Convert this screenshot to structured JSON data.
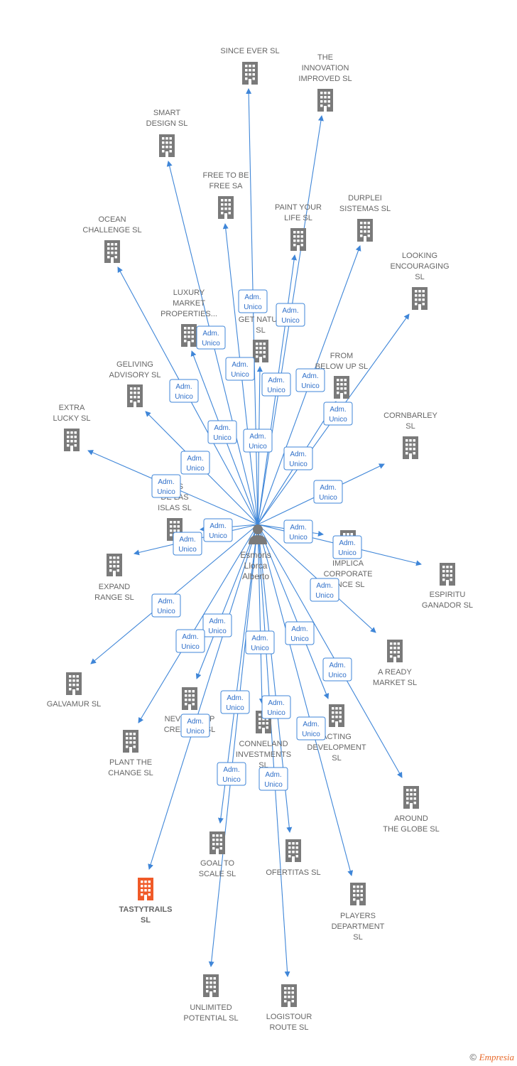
{
  "colors": {
    "edge": "#3f86d8",
    "building": "#7a7a7a",
    "highlight": "#f05a28",
    "label": "#666666"
  },
  "center": {
    "name_lines": [
      "Esmoris",
      "Llorca",
      "Alberto"
    ],
    "icon": "person-icon"
  },
  "relation_label_lines": [
    "Adm.",
    "Unico"
  ],
  "companies": [
    {
      "id": "since-ever",
      "lines": [
        "SINCE EVER  SL"
      ]
    },
    {
      "id": "innovation",
      "lines": [
        "THE",
        "INNOVATION",
        "IMPROVED  SL"
      ]
    },
    {
      "id": "smart-design",
      "lines": [
        "SMART",
        "DESIGN  SL"
      ]
    },
    {
      "id": "free-to-be",
      "lines": [
        "FREE TO BE",
        "FREE SA"
      ]
    },
    {
      "id": "paint-your-life",
      "lines": [
        "PAINT YOUR",
        "LIFE  SL"
      ]
    },
    {
      "id": "durplei",
      "lines": [
        "DURPLEI",
        "SISTEMAS  SL"
      ]
    },
    {
      "id": "ocean",
      "lines": [
        "OCEAN",
        "CHALLENGE  SL"
      ]
    },
    {
      "id": "looking",
      "lines": [
        "LOOKING",
        "ENCOURAGING",
        "SL"
      ]
    },
    {
      "id": "luxury",
      "lines": [
        "LUXURY",
        "MARKET",
        "PROPERTIES..."
      ]
    },
    {
      "id": "get-natur",
      "lines": [
        "GET NATUR",
        "SL"
      ]
    },
    {
      "id": "from-below",
      "lines": [
        "FROM",
        "BELOW UP  SL"
      ]
    },
    {
      "id": "geliving",
      "lines": [
        "GELIVING",
        "ADVISORY  SL"
      ]
    },
    {
      "id": "extra-lucky",
      "lines": [
        "EXTRA",
        "LUCKY  SL"
      ]
    },
    {
      "id": "cornbarley",
      "lines": [
        "CORNBARLEY",
        "SL"
      ]
    },
    {
      "id": "nos-islas",
      "lines": [
        "NOS",
        "DE LAS",
        "ISLAS  SL"
      ]
    },
    {
      "id": "implica",
      "lines": [
        "IMPLICA",
        "CORPORATE",
        "ANCE  SL"
      ]
    },
    {
      "id": "expand-range",
      "lines": [
        "EXPAND",
        "RANGE  SL"
      ]
    },
    {
      "id": "espiritu",
      "lines": [
        "ESPIRITU",
        "GANADOR SL"
      ]
    },
    {
      "id": "galvamur",
      "lines": [
        "GALVAMUR  SL"
      ]
    },
    {
      "id": "a-ready",
      "lines": [
        "A READY",
        "MARKET  SL"
      ]
    },
    {
      "id": "never-stop",
      "lines": [
        "NEVER STOP",
        "CREATING SL"
      ]
    },
    {
      "id": "plant-change",
      "lines": [
        "PLANT THE",
        "CHANGE  SL"
      ]
    },
    {
      "id": "conneland",
      "lines": [
        "CONNELAND",
        "INVESTMENTS",
        "SL"
      ]
    },
    {
      "id": "acting",
      "lines": [
        "ACTING",
        "DEVELOPMENT",
        "SL"
      ]
    },
    {
      "id": "around-globe",
      "lines": [
        "AROUND",
        "THE GLOBE  SL"
      ]
    },
    {
      "id": "goal-to-scale",
      "lines": [
        "GOAL TO",
        "SCALE  SL"
      ]
    },
    {
      "id": "ofertitas",
      "lines": [
        "OFERTITAS  SL"
      ]
    },
    {
      "id": "tastytrails",
      "lines": [
        "TASTYTRAILS",
        "SL"
      ],
      "highlight": true
    },
    {
      "id": "players",
      "lines": [
        "PLAYERS",
        "DEPARTMENT",
        "SL"
      ]
    },
    {
      "id": "unlimited",
      "lines": [
        "UNLIMITED",
        "POTENTIAL  SL"
      ]
    },
    {
      "id": "logistour",
      "lines": [
        "LOGISTOUR",
        "ROUTE  SL"
      ]
    }
  ],
  "footer": {
    "copyright": "©",
    "brand": "Empresia"
  }
}
